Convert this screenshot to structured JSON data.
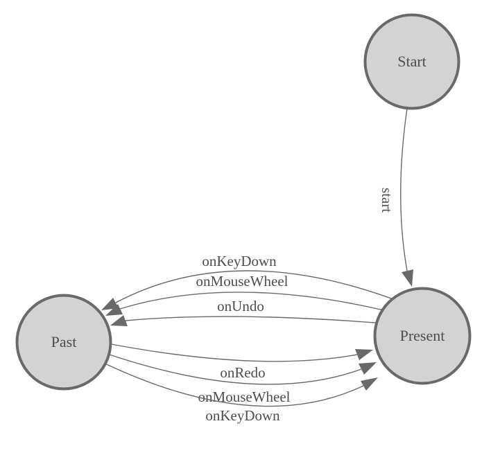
{
  "diagram": {
    "type": "state-machine",
    "background": "#ffffff",
    "colors": {
      "node_fill": "#d3d3d3",
      "node_stroke": "#696969",
      "edge_stroke": "#696969",
      "arrow_fill": "#696969",
      "label_text": "#4d4d4d"
    },
    "nodes": [
      {
        "id": "Start",
        "label": "Start"
      },
      {
        "id": "Past",
        "label": "Past"
      },
      {
        "id": "Present",
        "label": "Present"
      }
    ],
    "edges": [
      {
        "from": "Start",
        "to": "Present",
        "label": "start"
      },
      {
        "from": "Present",
        "to": "Past",
        "label": "onKeyDown"
      },
      {
        "from": "Present",
        "to": "Past",
        "label": "onMouseWheel"
      },
      {
        "from": "Present",
        "to": "Past",
        "label": "onUndo"
      },
      {
        "from": "Past",
        "to": "Present",
        "label": "onRedo"
      },
      {
        "from": "Past",
        "to": "Present",
        "label": "onMouseWheel"
      },
      {
        "from": "Past",
        "to": "Present",
        "label": "onKeyDown"
      }
    ]
  }
}
